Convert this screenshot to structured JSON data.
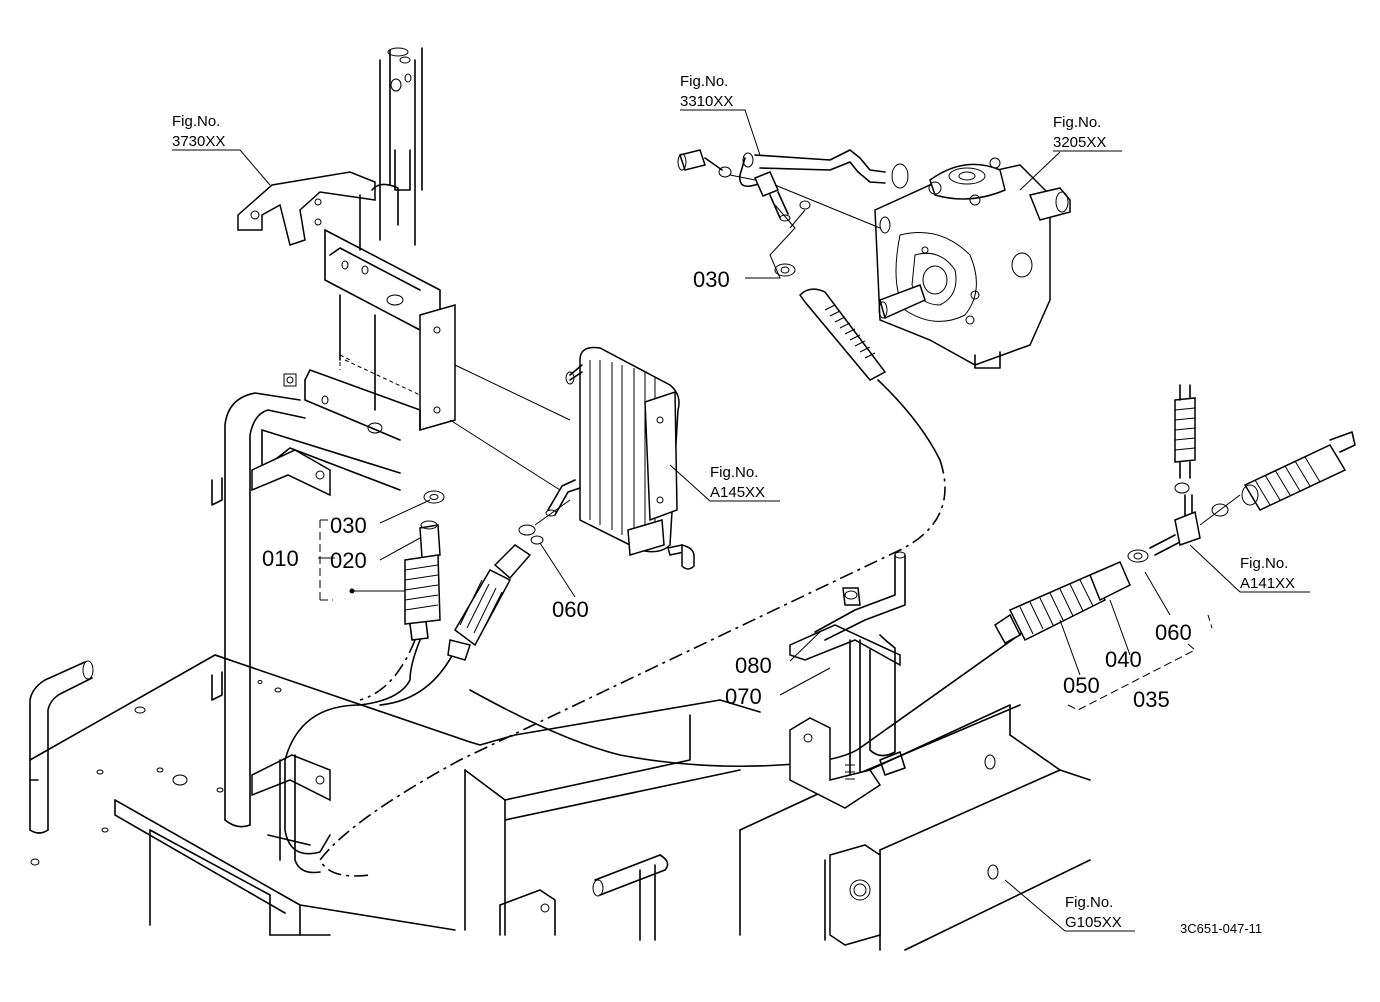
{
  "figure_refs": [
    {
      "id": "ref-3730",
      "label": "Fig.No.",
      "number": "3730XX"
    },
    {
      "id": "ref-3310",
      "label": "Fig.No.",
      "number": "3310XX"
    },
    {
      "id": "ref-3205",
      "label": "Fig.No.",
      "number": "3205XX"
    },
    {
      "id": "ref-A145",
      "label": "Fig.No.",
      "number": "A145XX"
    },
    {
      "id": "ref-A141",
      "label": "Fig.No.",
      "number": "A141XX"
    },
    {
      "id": "ref-G105",
      "label": "Fig.No.",
      "number": "G105XX"
    }
  ],
  "callouts": {
    "c030_top": "030",
    "c030_left": "030",
    "c010": "010",
    "c020": "020",
    "c060_mid": "060",
    "c080": "080",
    "c070": "070",
    "c050": "050",
    "c040": "040",
    "c035": "035",
    "c060_right": "060"
  },
  "doc_id": "3C651-047-11"
}
